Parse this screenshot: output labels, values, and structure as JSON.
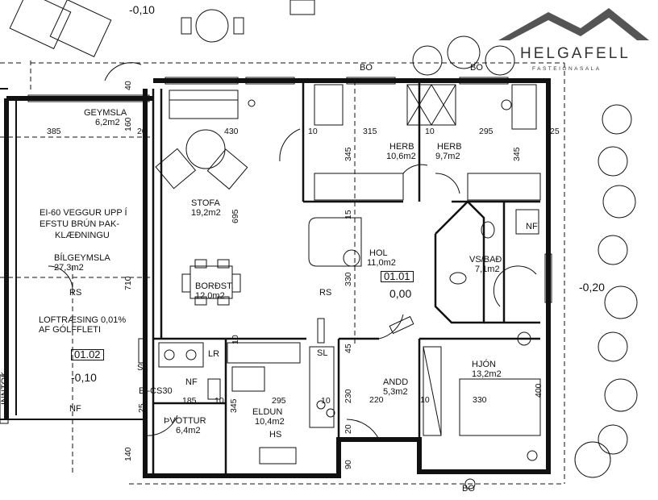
{
  "brand": {
    "name": "HELGAFELL",
    "subtitle": "FASTEIGNASALA"
  },
  "rooms": [
    {
      "id": "geymsla",
      "name": "GEYMSLA",
      "area": "6,2m2"
    },
    {
      "id": "stofa",
      "name": "STOFA",
      "area": "19,2m2"
    },
    {
      "id": "herb1",
      "name": "HERB",
      "area": "10,6m2"
    },
    {
      "id": "herb2",
      "name": "HERB",
      "area": "9,7m2"
    },
    {
      "id": "hol",
      "name": "HOL",
      "area": "11,0m2"
    },
    {
      "id": "vsbad",
      "name": "VS/BAÐ",
      "area": "7,1m2"
    },
    {
      "id": "bordst",
      "name": "BORÐST.",
      "area": "12,0m2"
    },
    {
      "id": "bilgeymsla",
      "name": "BÍLGEYMSLA",
      "area": "27,3m2"
    },
    {
      "id": "hjon",
      "name": "HJÓN",
      "area": "13,2m2"
    },
    {
      "id": "andd",
      "name": "ANDD",
      "area": "5,3m2"
    },
    {
      "id": "eldun",
      "name": "ELDUN",
      "area": "10,4m2"
    },
    {
      "id": "thvottur",
      "name": "ÞVOTTUR",
      "area": "6,4m2"
    }
  ],
  "notes": {
    "fire_wall": [
      "EI-60 VEGGUR UPP Í",
      "EFSTU BRÚN ÞAK-",
      "KLÆÐNINGU"
    ],
    "ventilation": [
      "LOFTRÆSING 0,01%",
      "AF GÓLFFLETI"
    ],
    "door_rating": "EI-CS30",
    "entry": "INNTOK"
  },
  "unit_labels": {
    "main_unit": "01.01",
    "main_level": "0,00",
    "garage_unit": "01.02",
    "garage_level": "-0,10"
  },
  "levels": {
    "top": "-0,10",
    "right": "-0,20"
  },
  "abbreviations": {
    "bo": "BO",
    "rs": "RS",
    "nf": "NF",
    "hs": "HS",
    "lr": "LR",
    "sl": "SL"
  },
  "dimensions": {
    "d385": "385",
    "d20": "20",
    "d160": "160",
    "d40": "40",
    "d430": "430",
    "d10": "10",
    "d315": "315",
    "d295": "295",
    "d25": "25",
    "d345": "345",
    "d695": "695",
    "d15": "15",
    "d330": "330",
    "d710": "710",
    "d45": "45",
    "d230": "230",
    "d220": "220",
    "d400": "400",
    "d185": "185",
    "d90": "90",
    "d140": "140"
  }
}
